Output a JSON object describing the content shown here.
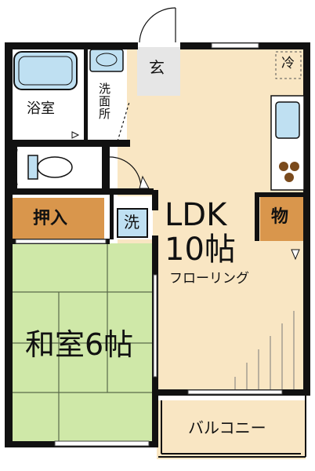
{
  "floor_plan": {
    "rooms": {
      "bathroom": "浴室",
      "washroom": "洗\n面\n所",
      "entrance": "玄",
      "refrigerator": "冷",
      "closet": "押入",
      "washer": "洗",
      "storage": "物",
      "ldk_name": "LDK",
      "ldk_size": "10帖",
      "flooring": "フローリング",
      "washitsu": "和室6帖",
      "balcony": "バルコニー"
    },
    "colors": {
      "wall": "#111111",
      "ldk_floor": "#f9e6c3",
      "tatami": "#cfe8a8",
      "closet_fill": "#d9964c",
      "fixture_blue": "#bfe0f2",
      "wet_area": "#ffffff",
      "entrance_floor": "#e6e6e6",
      "balcony_fill": "#f9e6c3",
      "stove": "#7a4a1c"
    }
  }
}
